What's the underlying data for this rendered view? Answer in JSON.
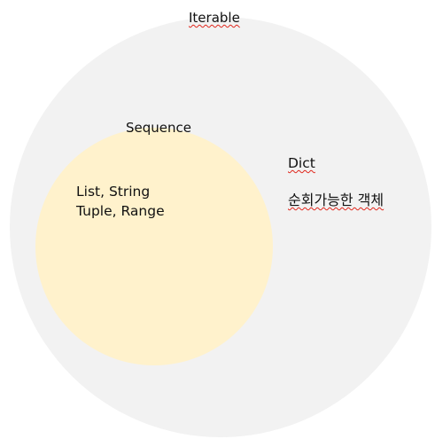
{
  "outer_set": {
    "label": "Iterable",
    "fill_color": "#f2f2f2"
  },
  "inner_set": {
    "label": "Sequence",
    "fill_color": "#fff2cc",
    "members": [
      "List, String",
      "Tuple, Range"
    ]
  },
  "outer_only": {
    "member": "Dict",
    "description": "순회가능한 객체"
  },
  "spellcheck_color": "#e0261c"
}
